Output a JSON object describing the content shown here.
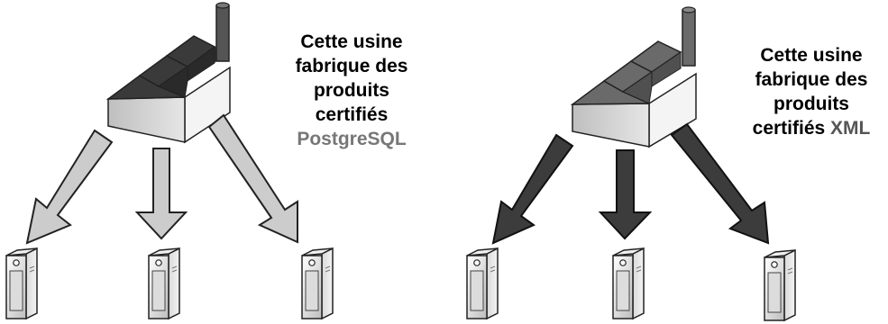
{
  "left_panel": {
    "caption_lines": [
      "Cette usine",
      "fabrique des",
      "produits",
      "certifiés"
    ],
    "caption_highlight": "PostgreSQL",
    "highlight_color": "#777777",
    "factory_roof_color": "#3a3a3a",
    "factory_chimney_color": "#555555",
    "arrow_color": "#cccccc",
    "server_count": 3
  },
  "right_panel": {
    "caption_lines": [
      "Cette usine",
      "fabrique des",
      "produits"
    ],
    "caption_last_prefix": "certifiés",
    "caption_highlight": "XML",
    "highlight_color": "#555555",
    "factory_roof_color": "#6a6a6a",
    "factory_chimney_color": "#6a6a6a",
    "arrow_color": "#3c3c3c",
    "server_count": 3
  }
}
